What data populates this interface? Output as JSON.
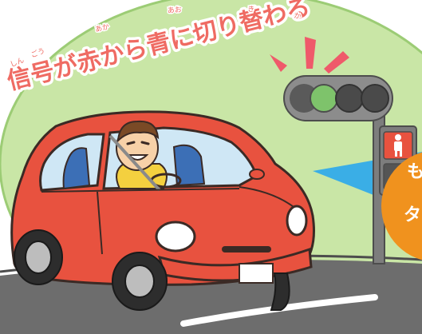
{
  "headline": {
    "text": "信号が赤から青に切り替わる",
    "ruby": {
      "shingo_shin": "しん",
      "shingo_go": "ごう",
      "aka": "あか",
      "ao": "あお",
      "ki": "き",
      "ka": "か"
    }
  },
  "orange_badge": {
    "line1": "も",
    "line2": "タ"
  },
  "signal": {
    "active_lamp": "green",
    "pedestrian_signal": "red"
  },
  "colors": {
    "headline": "#ef6b63",
    "car_body": "#e8523f",
    "traffic_green": "#7ec36b",
    "pedestrian_red": "#e8523f",
    "badge_orange": "#f0921e",
    "beam_blue": "#3aaee6",
    "field_green": "#c9e6a6"
  },
  "icons": {
    "alert_burst": "alert-burst-icon",
    "pedestrian": "pedestrian-icon"
  }
}
